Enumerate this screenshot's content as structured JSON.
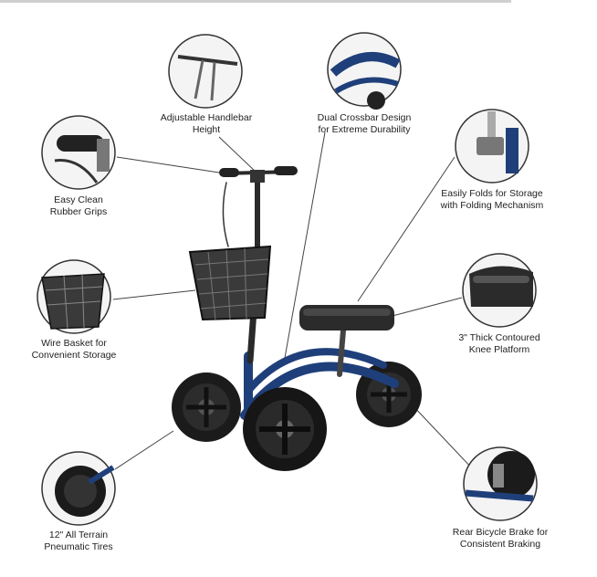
{
  "colors": {
    "frame": "#1f3f7a",
    "frame_dark": "#132a55",
    "tire": "#1b1b1b",
    "hub": "#2a2a2a",
    "pad": "#2b2b2b",
    "callout_ring": "#333333",
    "leader_line": "#444444"
  },
  "callouts": [
    {
      "id": "handlebar",
      "icon": "handlebar-icon",
      "lines": [
        "Adjustable Handlebar",
        "Height"
      ]
    },
    {
      "id": "crossbar",
      "icon": "crossbar-icon",
      "lines": [
        "Dual Crossbar Design",
        "for Extreme Durability"
      ]
    },
    {
      "id": "folding",
      "icon": "folding-mechanism-icon",
      "lines": [
        "Easily Folds for Storage",
        "with Folding Mechanism"
      ]
    },
    {
      "id": "grips",
      "icon": "grip-icon",
      "lines": [
        "Easy Clean",
        "Rubber Grips"
      ]
    },
    {
      "id": "basket",
      "icon": "basket-icon",
      "lines": [
        "Wire Basket for",
        "Convenient Storage"
      ]
    },
    {
      "id": "knee",
      "icon": "knee-pad-icon",
      "lines": [
        "3\" Thick Contoured",
        "Knee Platform"
      ]
    },
    {
      "id": "tires",
      "icon": "tire-icon",
      "lines": [
        "12\" All Terrain",
        "Pneumatic Tires"
      ]
    },
    {
      "id": "brake",
      "icon": "brake-icon",
      "lines": [
        "Rear Bicycle Brake for",
        "Consistent Braking"
      ]
    }
  ]
}
